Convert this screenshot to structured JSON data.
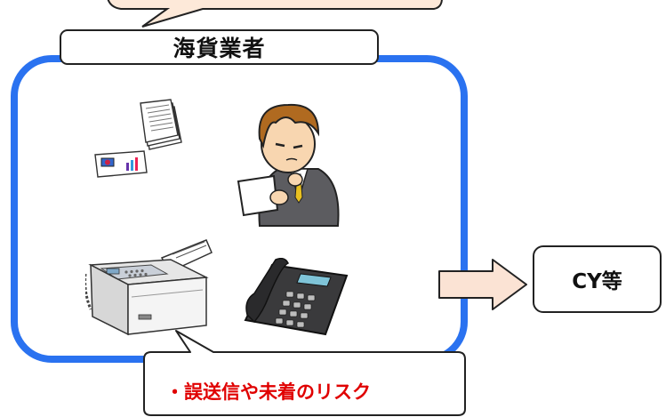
{
  "header": {
    "title": "海貨業者"
  },
  "destination": {
    "label": "CY等"
  },
  "risk_callout": {
    "text": "・誤送信や未着のリスク"
  },
  "colors": {
    "frame_blue": "#2a72f0",
    "bubble_fill": "#fde9d9",
    "arrow_fill": "#fbe3d4",
    "risk_red": "#e00000"
  },
  "icons": [
    "documents-icon",
    "chart-card-icon",
    "businessman-reading-icon",
    "fax-machine-icon",
    "telephone-icon",
    "right-arrow-icon"
  ]
}
